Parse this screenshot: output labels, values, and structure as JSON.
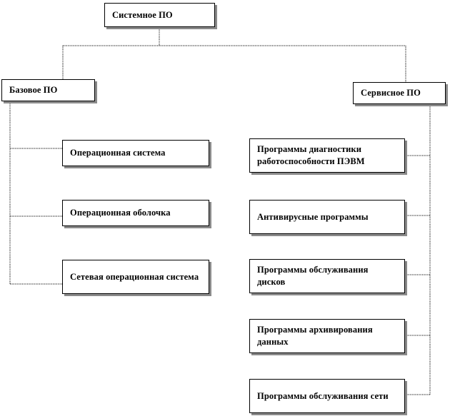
{
  "root": {
    "label": "Системное ПО"
  },
  "branches": {
    "base": {
      "label": "Базовое ПО",
      "items": [
        "Операционная система",
        "Операционная оболочка",
        "Сетевая операционная система"
      ]
    },
    "service": {
      "label": "Сервисное ПО",
      "items": [
        "Программы диагностики работоспособности ПЭВМ",
        "Антивирусные программы",
        "Программы обслуживания дисков",
        "Программы архивирования данных",
        "Программы обслуживания сети"
      ]
    }
  }
}
